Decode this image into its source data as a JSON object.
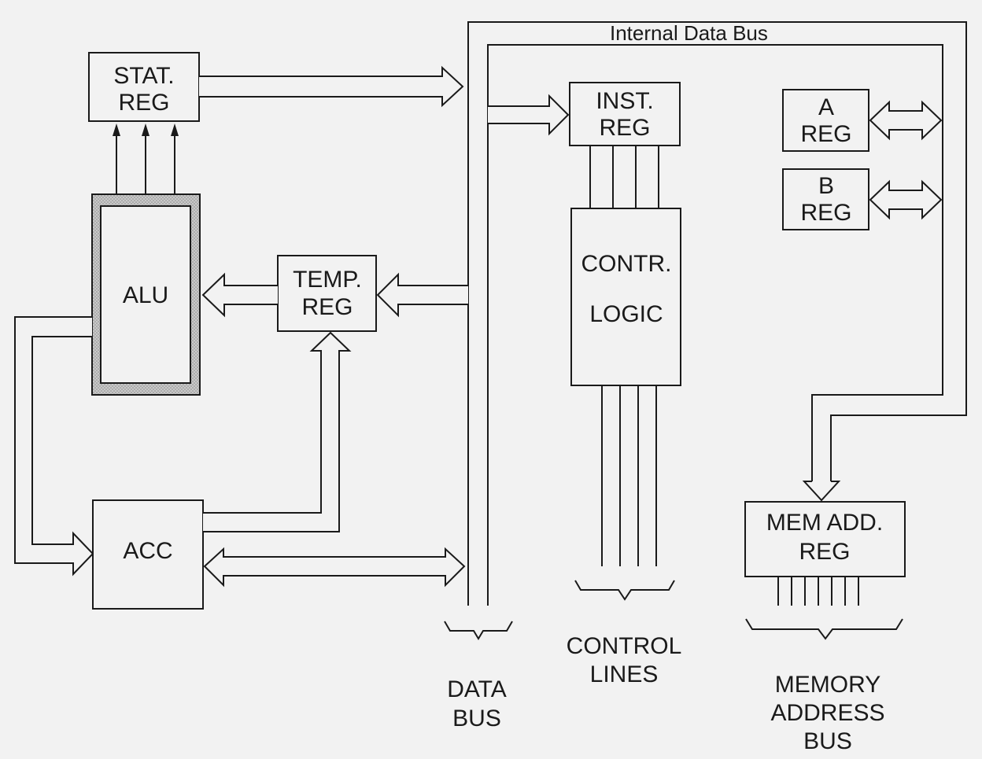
{
  "bus_label": "Internal Data Bus",
  "blocks": {
    "stat_reg": [
      "STAT.",
      "REG"
    ],
    "alu": "ALU",
    "temp_reg": [
      "TEMP.",
      "REG"
    ],
    "acc": "ACC",
    "inst_reg": [
      "INST.",
      "REG"
    ],
    "contr_logic": [
      "CONTR.",
      "LOGIC"
    ],
    "a_reg": [
      "A",
      "REG"
    ],
    "b_reg": [
      "B",
      "REG"
    ],
    "mem_add_reg": [
      "MEM ADD.",
      "REG"
    ]
  },
  "bottom_labels": {
    "data_bus": [
      "DATA",
      "BUS"
    ],
    "control_lines": [
      "CONTROL",
      "LINES"
    ],
    "memory_address_bus": [
      "MEMORY",
      "ADDRESS",
      "BUS"
    ]
  },
  "colors": {
    "ink": "#1a1a1a",
    "paper": "#f2f2f2",
    "alu_border": "#b5b5b5"
  }
}
